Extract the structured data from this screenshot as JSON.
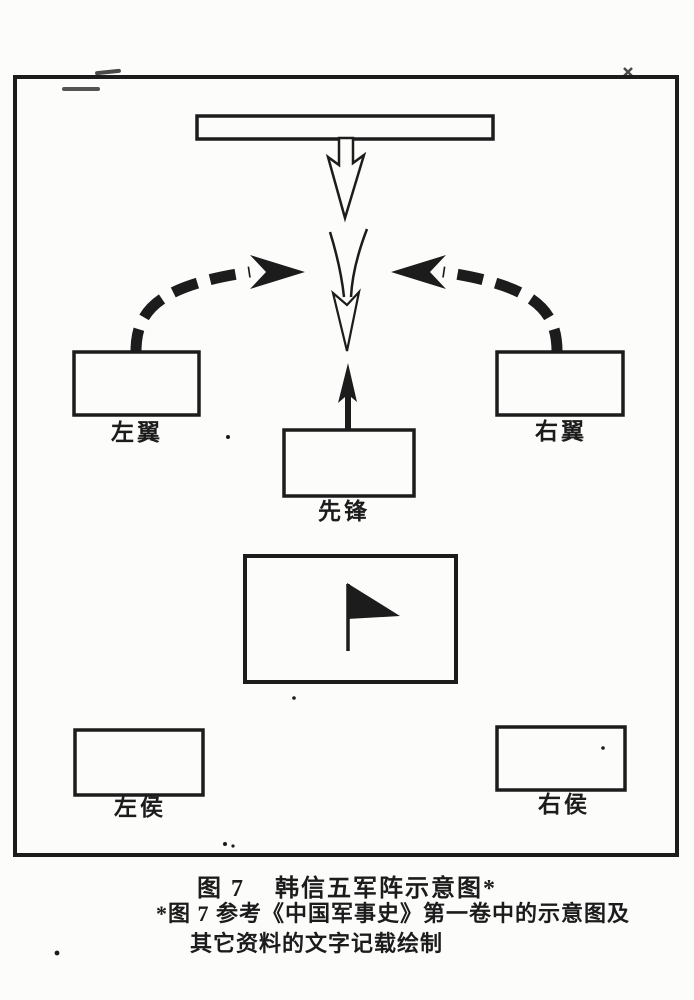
{
  "colors": {
    "ink": "#1c1c1c",
    "paper": "#fcfcfb"
  },
  "figure_caption": {
    "label": "图 7",
    "title": "韩信五军阵示意图*"
  },
  "footnote": {
    "line1": "*图 7 参考《中国军事史》第一卷中的示意图及",
    "line2": "其它资料的文字记载绘制"
  },
  "diagram": {
    "units": {
      "left_wing": "左翼",
      "right_wing": "右翼",
      "vanguard": "先锋",
      "left_hou": "左侯",
      "right_hou": "右侯"
    },
    "icons": {
      "command_flag": "flag-icon"
    }
  }
}
